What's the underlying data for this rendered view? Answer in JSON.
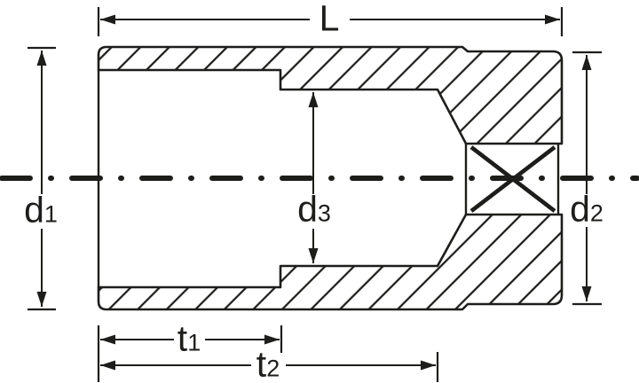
{
  "diagram": {
    "kind": "socket cross-section technical drawing",
    "labels": {
      "L": {
        "main": "L",
        "sub": ""
      },
      "d1": {
        "main": "d",
        "sub": "1"
      },
      "d3": {
        "main": "d",
        "sub": "3"
      },
      "d2": {
        "main": "d",
        "sub": "2"
      },
      "t1": {
        "main": "t",
        "sub": "1"
      },
      "t2": {
        "main": "t",
        "sub": "2"
      }
    },
    "colors": {
      "ink": "#1d1d1b",
      "background": "#ffffff"
    }
  }
}
